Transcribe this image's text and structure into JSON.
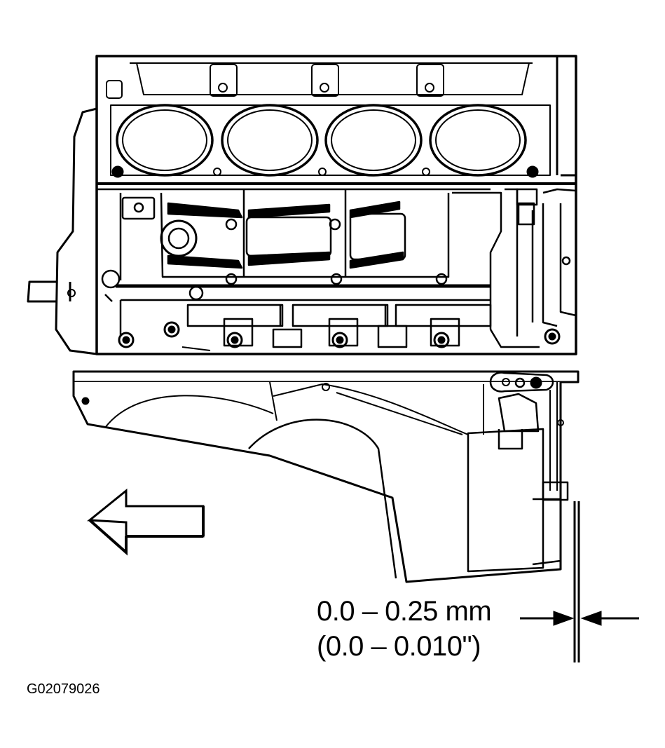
{
  "dimension": {
    "metric": "0.0 – 0.25 mm",
    "imperial": "(0.0 – 0.010\")"
  },
  "figure_id": "G02079026",
  "colors": {
    "ink": "#000000",
    "paper": "#ffffff",
    "shade": "#e8e8e8"
  },
  "icons": {
    "direction_arrow": "front-direction-arrow-icon",
    "gap_arrows": "clearance-arrow-icon"
  }
}
